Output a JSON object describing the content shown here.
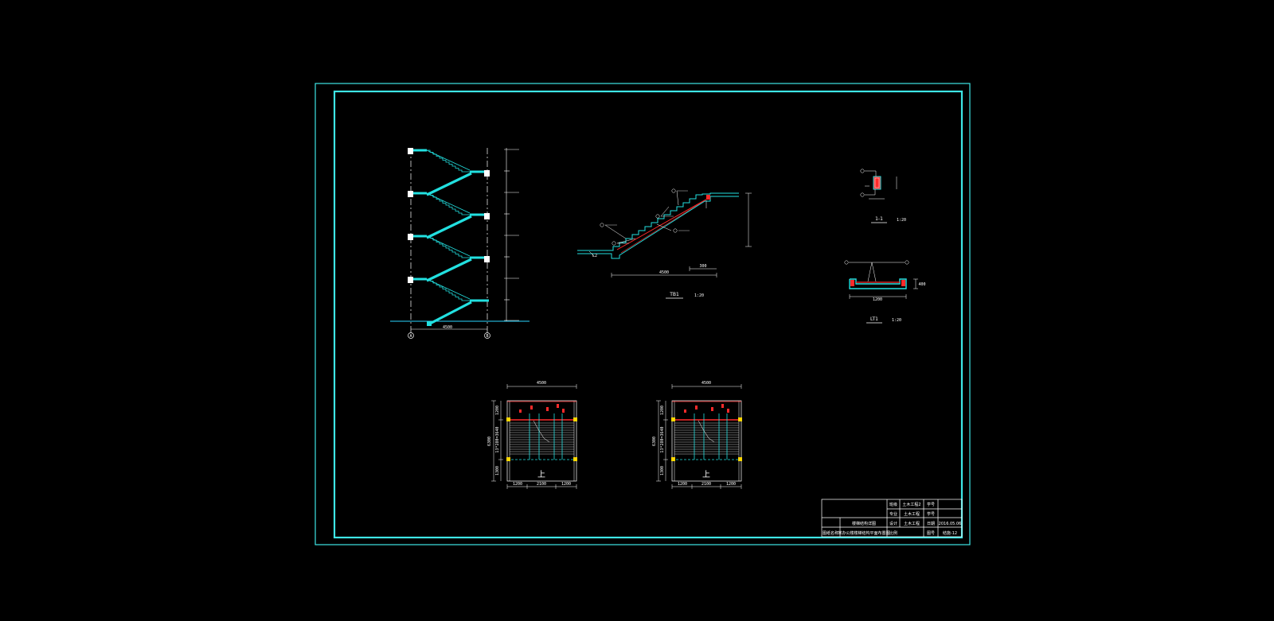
{
  "colors": {
    "background": "#000000",
    "frame": "#3ee6e6",
    "line": "#ffffff",
    "cyan": "#22e0e0",
    "red": "#ff2a2a",
    "yellow": "#ffd700"
  },
  "section": {
    "axis_a": "A",
    "axis_b": "B",
    "levels": [
      "",
      "",
      "",
      "",
      ""
    ],
    "bottom_dim": "4500"
  },
  "tb1": {
    "caption": "TB1",
    "scale": "1:20",
    "dim_overall": "4500",
    "dim_partial": "300",
    "tag": "L2"
  },
  "detail11": {
    "caption": "1-1",
    "scale": "1:20"
  },
  "lt": {
    "caption": "LT1",
    "scale": "1:20",
    "dim_width": "1200",
    "dim_height": "400"
  },
  "plan_left": {
    "top_dim": "4500",
    "side_total": "6300",
    "side_top": "1200",
    "side_middle": "13*280=3640",
    "side_bottom": "1300",
    "bottom_dims": [
      "1200",
      "2100",
      "1200"
    ],
    "up_label": "上"
  },
  "plan_right": {
    "top_dim": "4500",
    "side_total": "6300",
    "side_top": "1200",
    "side_middle": "13*280=3640",
    "side_bottom": "1300",
    "bottom_dims": [
      "1200",
      "2100",
      "1200"
    ],
    "up_label": "上"
  },
  "title_block": {
    "r1": [
      "班级",
      "土木工程2",
      "学号"
    ],
    "r2": [
      "专业",
      "土木工程",
      "学号"
    ],
    "r3": [
      "楼梯结构详图",
      "设计",
      "土木工程",
      "日期",
      "2016.05.06"
    ],
    "r4": [
      "图纸名称",
      "某办公楼楼梯结构平面布置图",
      "比例",
      "图号",
      "结施-12"
    ]
  }
}
